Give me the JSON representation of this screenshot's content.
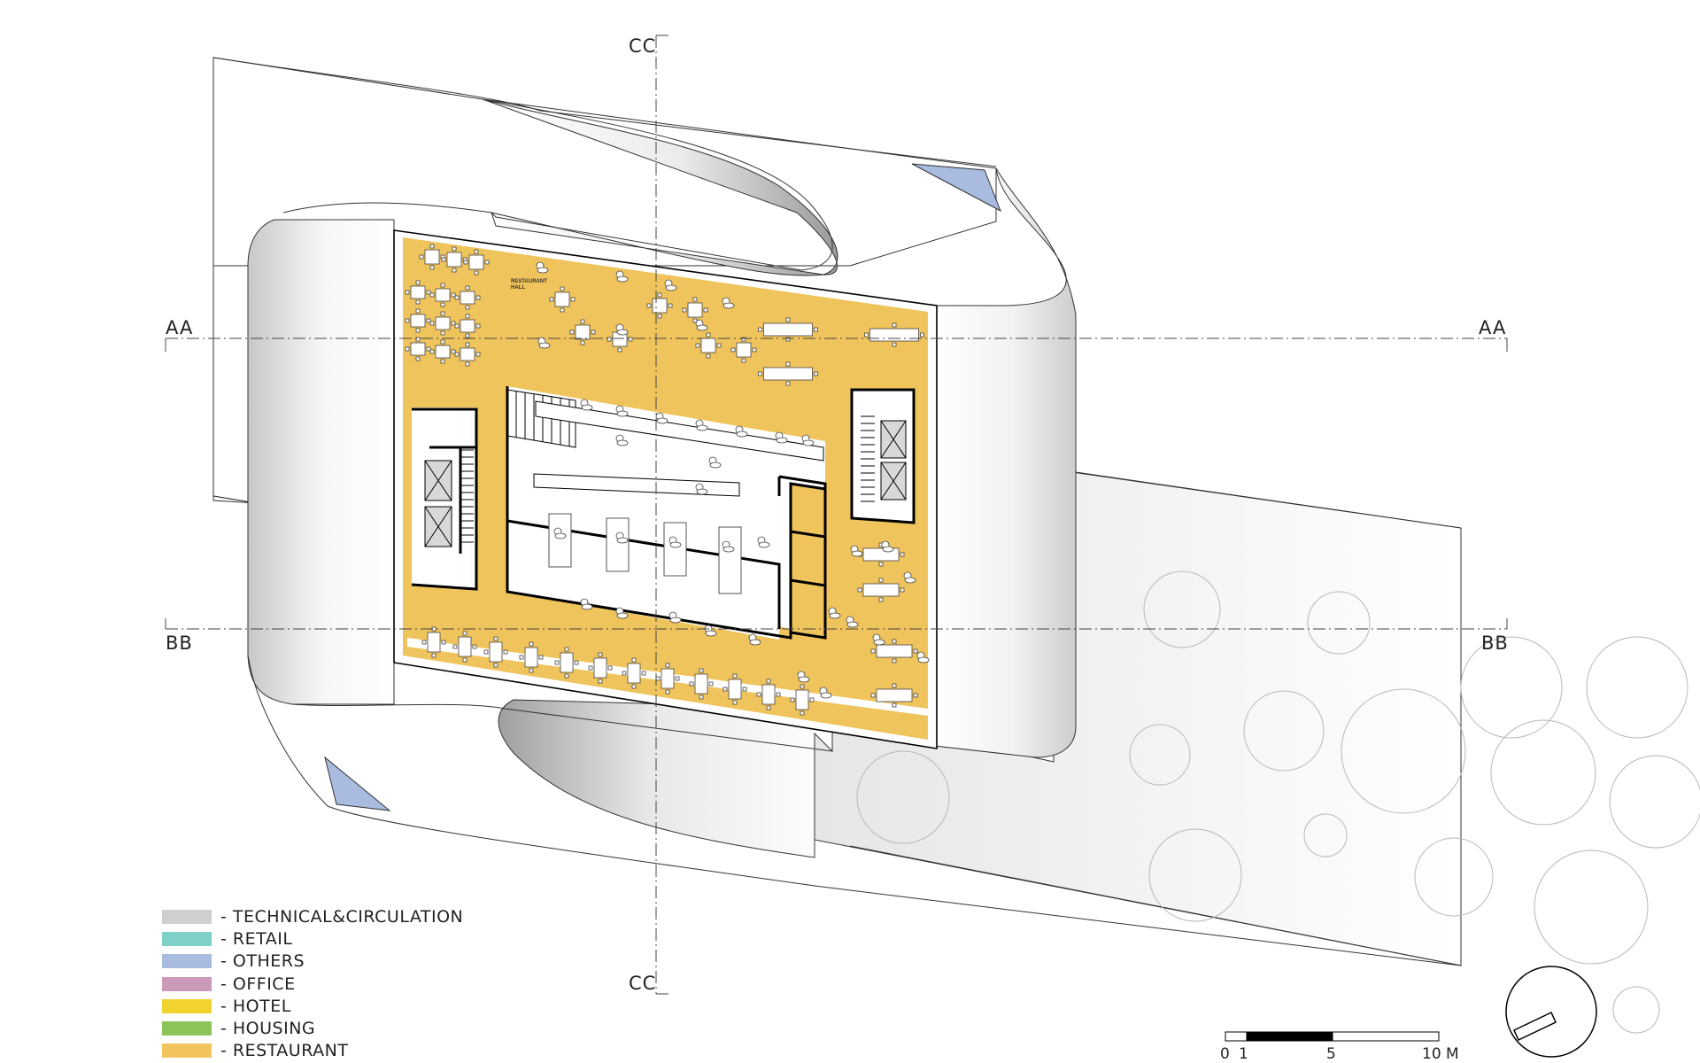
{
  "section_labels": {
    "cc_top": "CC",
    "cc_bottom": "CC",
    "aa_left": "AA",
    "aa_right": "AA",
    "bb_left": "BB",
    "bb_right": "BB"
  },
  "room_label": "RESTAURANT HALL",
  "legend": [
    {
      "label": "- TECHNICAL&CIRCULATION",
      "color": "#cfcfcf"
    },
    {
      "label": "- RETAIL",
      "color": "#7fd0c6"
    },
    {
      "label": "- OTHERS",
      "color": "#a9bce0"
    },
    {
      "label": "- OFFICE",
      "color": "#cc9ab9"
    },
    {
      "label": "- HOTEL",
      "color": "#f2d22e"
    },
    {
      "label": "- HOUSING",
      "color": "#8cc45a"
    },
    {
      "label": "- RESTAURANT",
      "color": "#f2c45e"
    }
  ],
  "scale_bar": {
    "labels": [
      "0",
      "1",
      "5",
      "10 M"
    ]
  },
  "colors": {
    "floor": "#f0c45c",
    "ribbon": "#ececec",
    "others_accent": "#a9bce0",
    "wall": "#000000"
  }
}
